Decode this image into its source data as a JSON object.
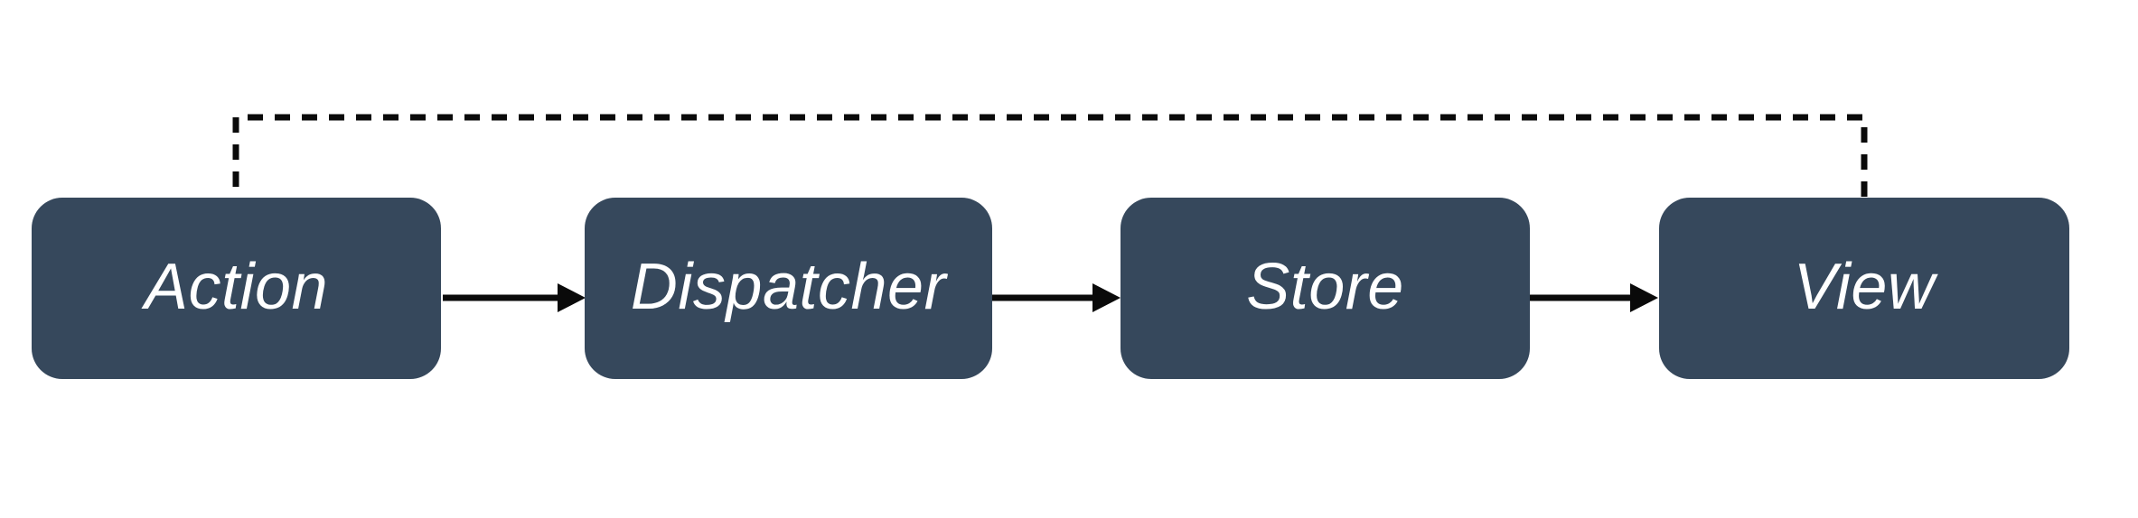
{
  "diagram": {
    "type": "flow",
    "nodes": [
      {
        "id": "action",
        "label": "Action"
      },
      {
        "id": "dispatcher",
        "label": "Dispatcher"
      },
      {
        "id": "store",
        "label": "Store"
      },
      {
        "id": "view",
        "label": "View"
      }
    ],
    "edges": [
      {
        "from": "Action",
        "to": "Dispatcher",
        "style": "solid-arrow"
      },
      {
        "from": "Dispatcher",
        "to": "Store",
        "style": "solid-arrow"
      },
      {
        "from": "Store",
        "to": "View",
        "style": "solid-arrow"
      },
      {
        "from": "View",
        "to": "Action",
        "style": "dashed-feedback"
      }
    ],
    "colors": {
      "node_fill": "#36485c",
      "node_text": "#ffffff",
      "edge": "#0a0a0a",
      "background": "#ffffff"
    }
  }
}
